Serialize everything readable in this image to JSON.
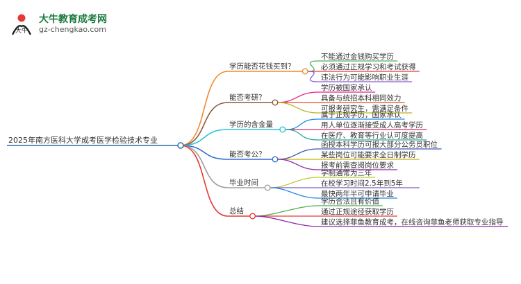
{
  "header": {
    "site_name": "大牛教育成考网",
    "site_url": "gz-chengkao.com",
    "logo_text": "大牛"
  },
  "mindmap": {
    "root": "2025年南方医科大学成考医学检验技术专业",
    "branches": [
      {
        "label": "学历能否花钱买到？",
        "color": "#f08a2c",
        "children": [
          {
            "label": "不能通过金钱购买学历",
            "color": "#4caf50"
          },
          {
            "label": "必须通过正规学习和考试获得",
            "color": "#e53935"
          },
          {
            "label": "违法行为可能影响职业生涯",
            "color": "#8e5ad6"
          }
        ]
      },
      {
        "label": "能否考研？",
        "color": "#8b5a3c",
        "children": [
          {
            "label": "学历被国家承认",
            "color": "#e91e8c"
          },
          {
            "label": "具备与统招本科相同效力",
            "color": "#e64a19"
          },
          {
            "label": "可报考研究生，需满足条件",
            "color": "#b7b21f"
          }
        ]
      },
      {
        "label": "学历的含金量",
        "color": "#26c6da",
        "children": [
          {
            "label": "属于正规学历，国家承认",
            "color": "#1e88e5"
          },
          {
            "label": "用人单位逐渐接受成人高考学历",
            "color": "#e91e63"
          },
          {
            "label": "在医疗、教育等行业认可度提高",
            "color": "#26a69a"
          }
        ]
      },
      {
        "label": "能否考公？",
        "color": "#2e6fd1",
        "children": [
          {
            "label": "函授本科学历可报大部分公务员职位",
            "color": "#3f51b5"
          },
          {
            "label": "某些岗位可能要求全日制学历",
            "color": "#c8b400"
          },
          {
            "label": "报考前需查阅岗位要求",
            "color": "#8e24aa"
          }
        ]
      },
      {
        "label": "毕业时间",
        "color": "#9e9e9e",
        "children": [
          {
            "label": "学制通常为三年",
            "color": "#c0ca33"
          },
          {
            "label": "在校学习时间2.5年到5年",
            "color": "#7e57c2"
          },
          {
            "label": "最快两年半可申请毕业",
            "color": "#1e88e5"
          }
        ]
      },
      {
        "label": "总结",
        "color": "#e53935",
        "children": [
          {
            "label": "学历合法且有价值",
            "color": "#4caf50"
          },
          {
            "label": "通过正规途径获取学历",
            "color": "#e53935"
          },
          {
            "label": "建议选择菲鱼教育成考，在线咨询菲鱼老师获取专业指导",
            "color": "#8e24aa"
          }
        ]
      }
    ]
  }
}
